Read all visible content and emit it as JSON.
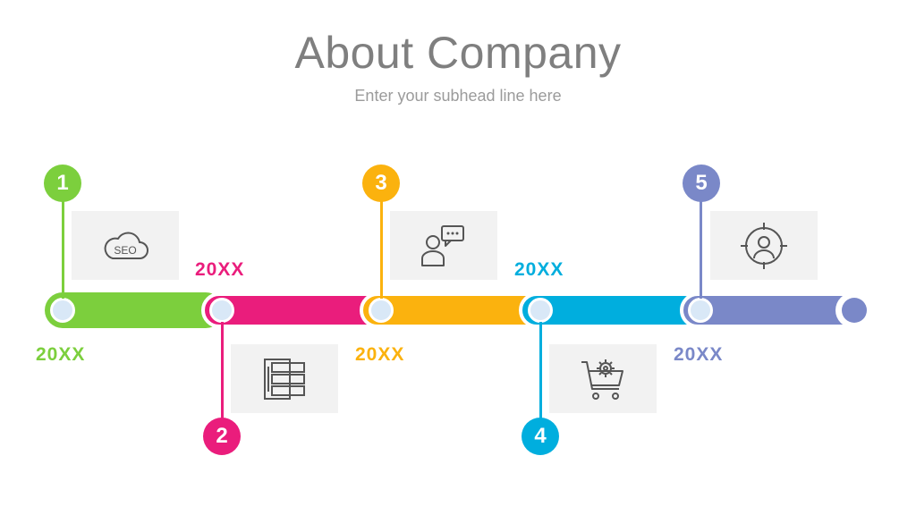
{
  "title": "About Company",
  "subtitle": "Enter your subhead line here",
  "colors": {
    "green": "#7ccf3d",
    "pink": "#ea1d7c",
    "orange": "#fbb20e",
    "blue": "#00aede",
    "purple": "#7a88c8",
    "card": "#f2f2f2",
    "dot": "#d9e8f7",
    "icon": "#555555"
  },
  "milestones": [
    {
      "number": "1",
      "year": "20XX",
      "icon": "cloud-seo-icon",
      "label": "SEO"
    },
    {
      "number": "2",
      "year": "20XX",
      "icon": "server-rack-icon"
    },
    {
      "number": "3",
      "year": "20XX",
      "icon": "chat-person-icon"
    },
    {
      "number": "4",
      "year": "20XX",
      "icon": "cart-gear-icon"
    },
    {
      "number": "5",
      "year": "20XX",
      "icon": "target-user-icon"
    }
  ]
}
